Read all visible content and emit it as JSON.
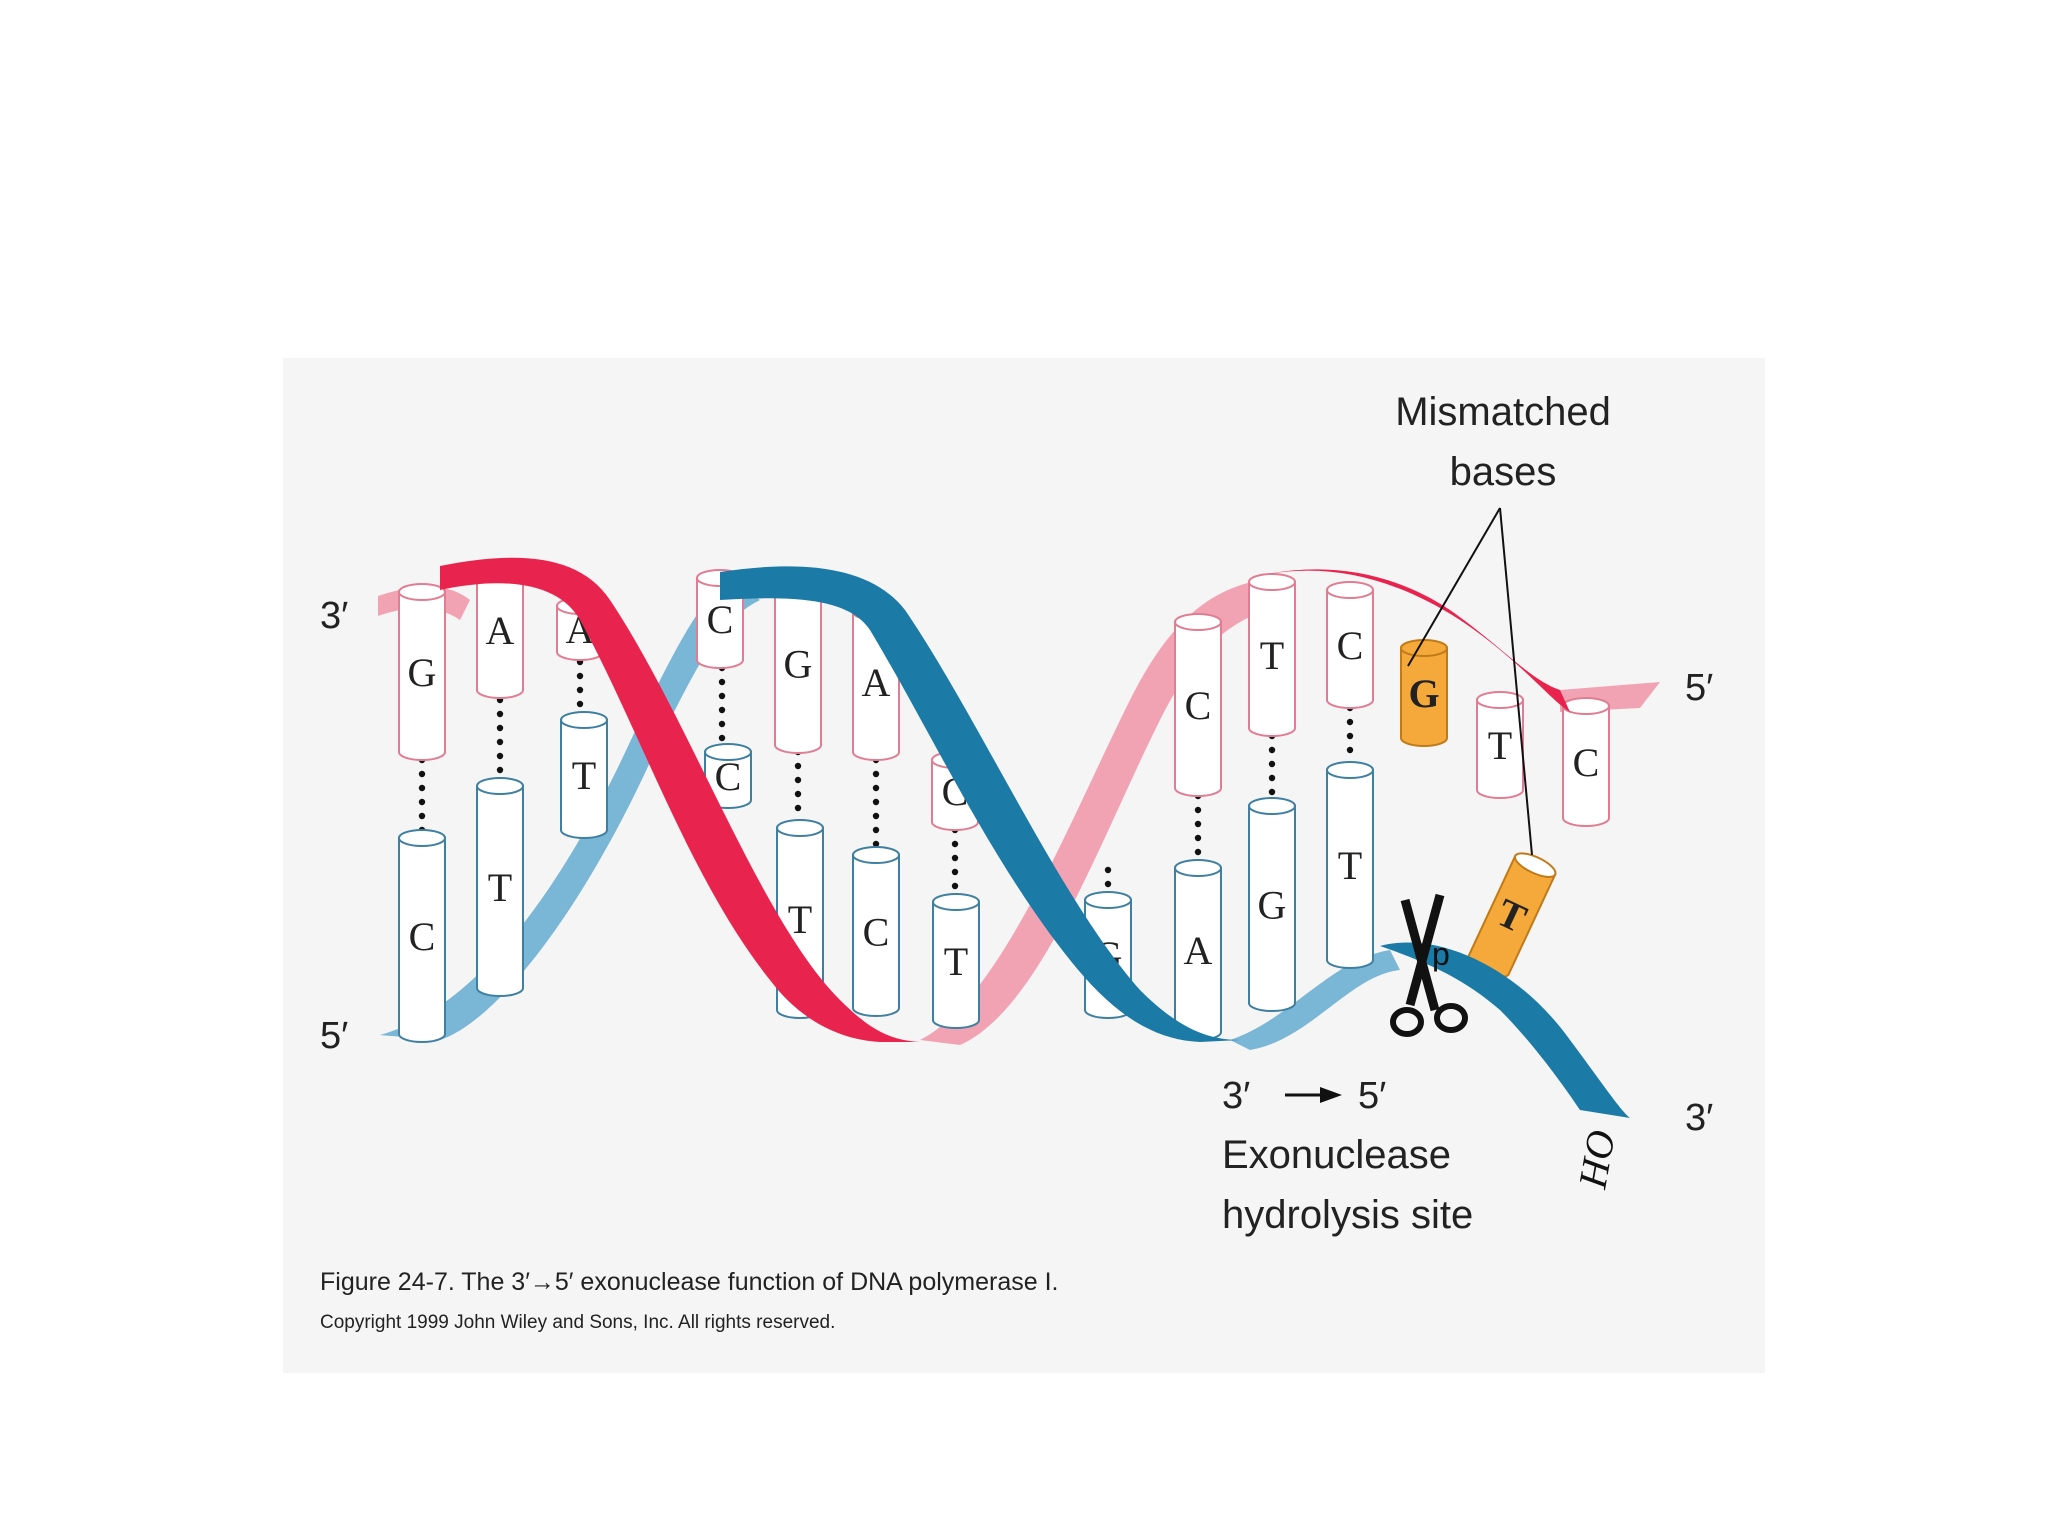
{
  "end_labels": {
    "top_left": "3′",
    "bottom_left": "5′",
    "top_right": "5′",
    "bottom_right": "3′"
  },
  "mismatch_label_line1": "Mismatched",
  "mismatch_label_line2": "bases",
  "direction_from": "3′",
  "direction_to": "5′",
  "site_label_line1": "Exonuclease",
  "site_label_line2": "hydrolysis site",
  "phosphate_label": "p",
  "hydroxyl_label": "HO",
  "top_bases": [
    "G",
    "A",
    "A",
    "C",
    "G",
    "A",
    "C",
    "C",
    "T",
    "C",
    "G",
    "T",
    "C"
  ],
  "bottom_bases": [
    "C",
    "T",
    "T",
    "C",
    "T",
    "C",
    "T",
    "G",
    "A",
    "G",
    "T"
  ],
  "caption": "Figure 24-7.  The 3′→5′ exonuclease function of DNA polymerase I.",
  "copyright": "Copyright 1999 John Wiley and Sons, Inc. All rights reserved.",
  "colors": {
    "strand_top_front": "#e8244e",
    "strand_top_back": "#f2a3b3",
    "strand_bottom_front": "#1b7aa6",
    "strand_bottom_back": "#7ab6d6",
    "mismatch_fill": "#f4a93a",
    "cylinder_fill": "#ffffff"
  }
}
